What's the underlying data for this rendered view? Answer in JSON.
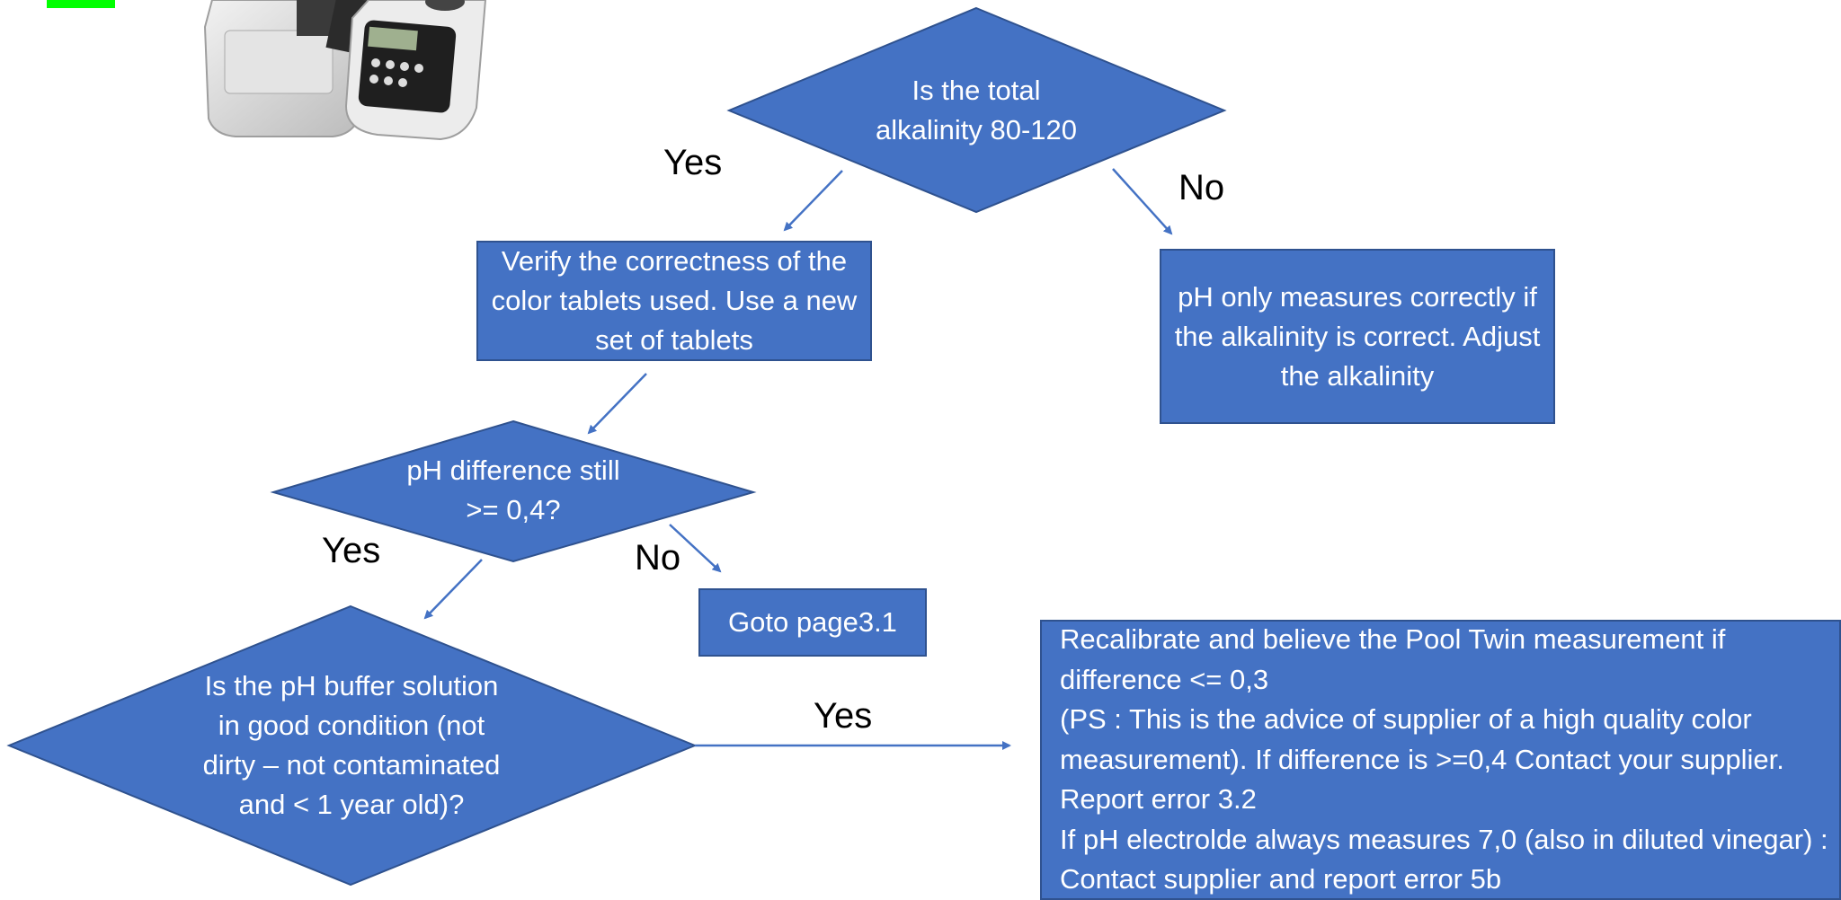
{
  "colors": {
    "shape_fill": "#4472c4",
    "shape_border": "#2f528f",
    "arrow": "#4472c4",
    "label_text": "#000000",
    "marker": "#00ff00"
  },
  "image": {
    "icon": "photometer-device-icon"
  },
  "q1": {
    "text": "Is the total alkalinity 80-120",
    "yes": "Yes",
    "no": "No"
  },
  "verify_box": {
    "text": "Verify the correctness of the color tablets used. Use a new set of tablets"
  },
  "ph_only_box": {
    "text": "pH only measures correctly if the alkalinity is correct. Adjust the alkalinity"
  },
  "q2": {
    "text": "pH difference still >= 0,4?",
    "yes": "Yes",
    "no": "No"
  },
  "goto_box": {
    "text": "Goto page3.1"
  },
  "q3": {
    "text": "Is the pH buffer solution in good condition (not dirty – not contaminated and < 1 year old)?",
    "yes": "Yes"
  },
  "recal_box": {
    "text": "Recalibrate and believe the Pool Twin measurement if difference <= 0,3\n(PS : This is the advice of supplier of a high quality color measurement). If difference is >=0,4 Contact your supplier. Report error 3.2\nIf pH electrolde always measures 7,0 (also in diluted vinegar) : Contact supplier and report error 5b"
  }
}
